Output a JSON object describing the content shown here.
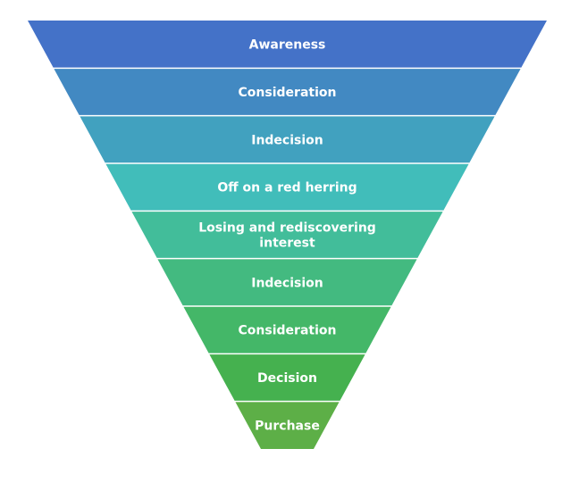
{
  "diagram": {
    "type": "funnel",
    "stages": [
      {
        "label": [
          "Awareness"
        ],
        "color": "#4472C8"
      },
      {
        "label": [
          "Consideration"
        ],
        "color": "#4289C2"
      },
      {
        "label": [
          "Indecision"
        ],
        "color": "#41A1BF"
      },
      {
        "label": [
          "Off on a red herring"
        ],
        "color": "#41BDBA"
      },
      {
        "label": [
          "Losing and rediscovering",
          "interest"
        ],
        "color": "#42BD9A"
      },
      {
        "label": [
          "Indecision"
        ],
        "color": "#43BA80"
      },
      {
        "label": [
          "Consideration"
        ],
        "color": "#44B768"
      },
      {
        "label": [
          "Decision"
        ],
        "color": "#45B14F"
      },
      {
        "label": [
          "Purchase"
        ],
        "color": "#5DAF47"
      }
    ]
  }
}
